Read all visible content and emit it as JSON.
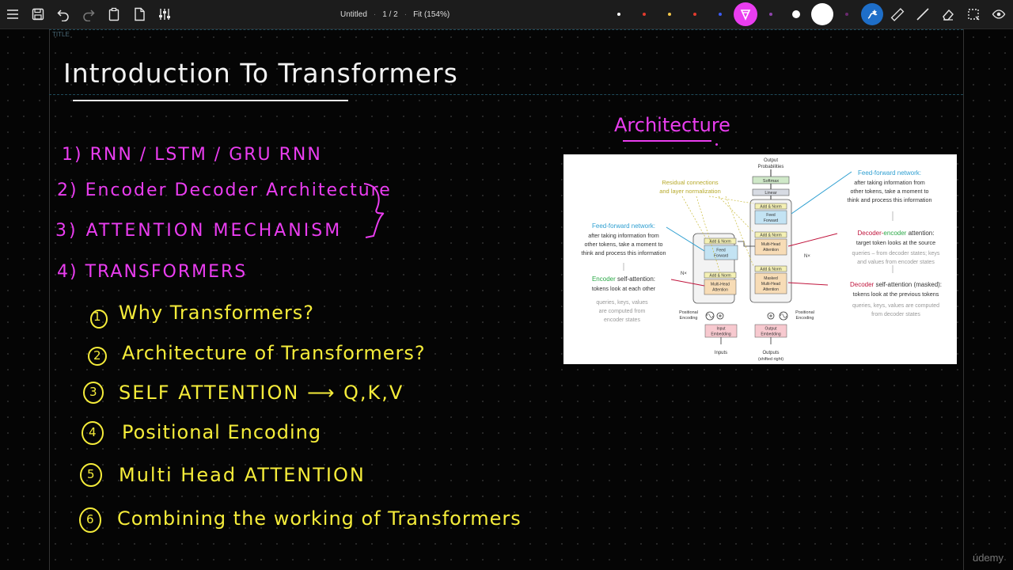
{
  "toolbar": {
    "doc_title": "Untitled",
    "page_indicator": "1 / 2",
    "zoom": "Fit (154%)",
    "colors": [
      "#ffffff",
      "#e23b2e",
      "#f3c64a",
      "#e23b2e",
      "#3b5bf3",
      "#ea3df0",
      "#8e44ad",
      "#ffffff",
      "#ffffff",
      "#ea3df0"
    ]
  },
  "page": {
    "small_label": "TITLE",
    "title": "Introduction To Transformers",
    "outline": [
      "1) RNN / LSTM / GRU RNN",
      "2) Encoder Decoder Architecture",
      "3) ATTENTION MECHANISM",
      "4) TRANSFORMERS"
    ],
    "subtopics": [
      {
        "num": "1",
        "text": "Why Transformers?"
      },
      {
        "num": "2",
        "text": "Architecture of Transformers?"
      },
      {
        "num": "3",
        "text": "SELF ATTENTION ⟶ Q,K,V"
      },
      {
        "num": "4",
        "text": "Positional Encoding"
      },
      {
        "num": "5",
        "text": "Multi Head ATTENTION"
      },
      {
        "num": "6",
        "text": "Combining the working of Transformers"
      }
    ],
    "architecture_heading": "Architecture"
  },
  "figure": {
    "output_probabilities": "Output\nProbabilities",
    "softmax": "Softmax",
    "linear": "Linear",
    "add_norm": "Add & Norm",
    "feed_forward": "Feed Forward",
    "multi_head_attention": "Multi-Head Attention",
    "masked_mha": "Masked Multi-Head Attention",
    "input_embedding": "Input Embedding",
    "output_embedding": "Output Embedding",
    "positional_encoding": "Positional Encoding",
    "inputs": "Inputs",
    "outputs": "Outputs",
    "shifted_right": "(shifted right)",
    "nx": "N×",
    "residual_title": "Residual connections\nand layer normalization",
    "ffn_right_title": "Feed-forward network:",
    "ffn_right_body": "after taking information from\nother tokens, take a moment to\nthink and process this information",
    "ffn_left_title": "Feed-forward network:",
    "ffn_left_body": "after taking information from\nother tokens, take a moment to\nthink and process this information",
    "dec_enc_title_a": "Decoder-",
    "dec_enc_title_b": "encoder",
    "dec_enc_title_c": " attention:",
    "dec_enc_body": "target token looks at the source",
    "dec_enc_note": "queries – from decoder states; keys\nand values from encoder states",
    "enc_self_title_a": "Encoder",
    "enc_self_title_b": " self-attention:",
    "enc_self_body": "tokens look at each other",
    "enc_self_note": "queries, keys, values\nare computed from\nencoder states",
    "dec_self_title_a": "Decoder",
    "dec_self_title_b": " self-attention (masked):",
    "dec_self_body": "tokens look at the previous tokens",
    "dec_self_note": "queries, keys, values are computed\nfrom decoder states"
  },
  "watermark": "údemy"
}
